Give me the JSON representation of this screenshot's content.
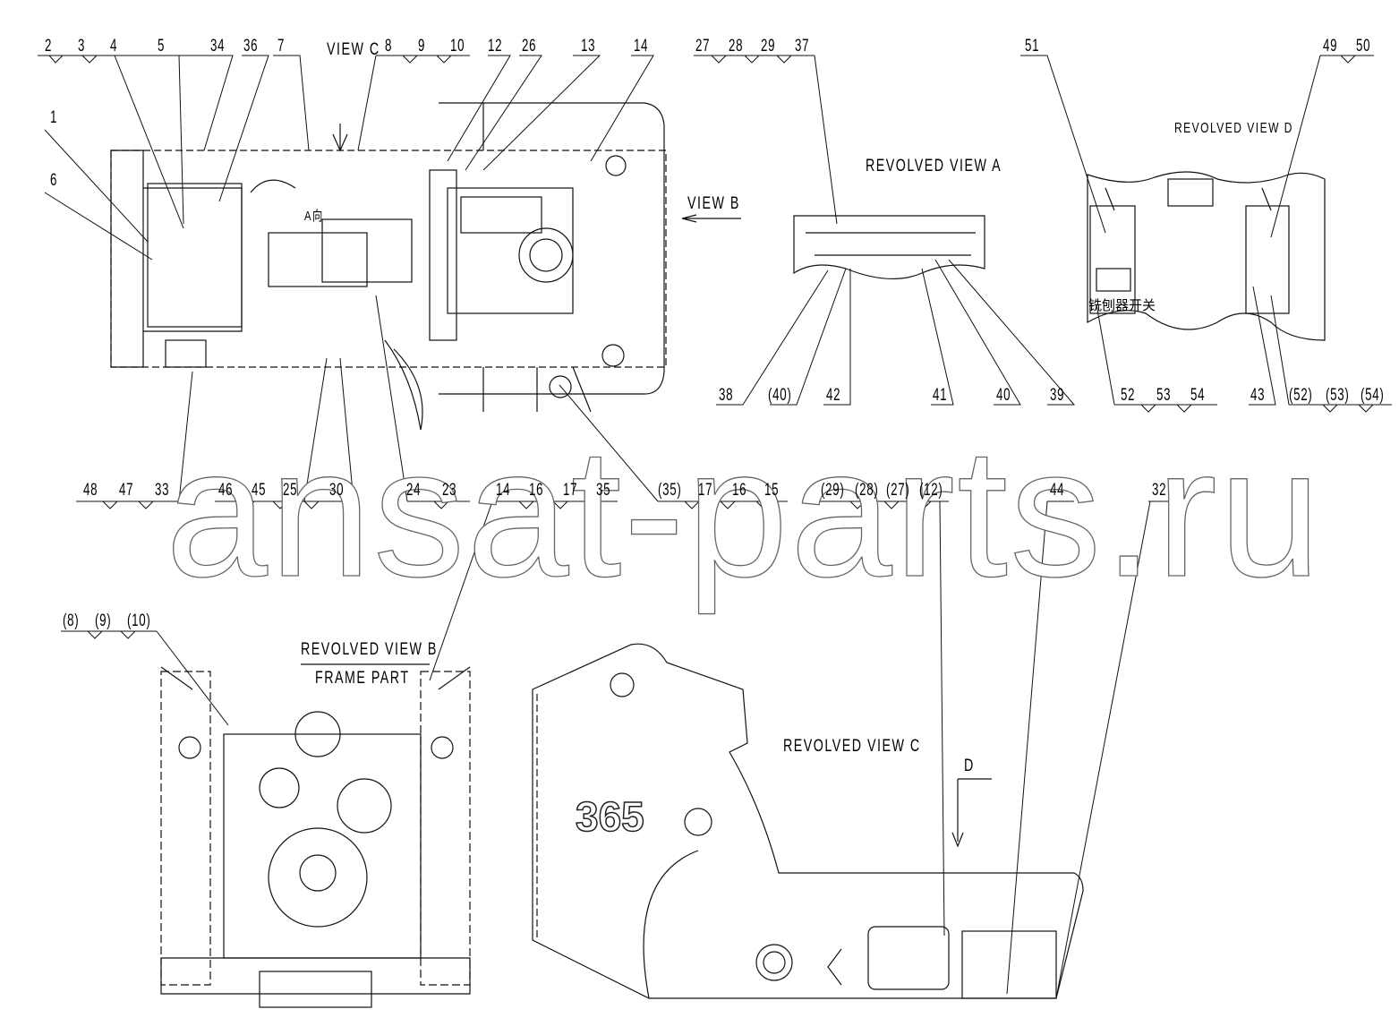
{
  "views": {
    "view_c": "VIEW C",
    "view_b": "VIEW B",
    "a_direction": "A向",
    "revolved_view_a": "REVOLVED VIEW A",
    "revolved_view_d": "REVOLVED VIEW D",
    "revolved_view_b": "REVOLVED VIEW B",
    "frame_part": "FRAME PART",
    "revolved_view_c": "REVOLVED VIEW C",
    "d": "D"
  },
  "machine_model": "365",
  "switch_label": "铣刨器开关",
  "watermark": "ansat-parts.ru",
  "callouts": {
    "top": [
      "2",
      "3",
      "4",
      "5",
      "34",
      "36",
      "7",
      "8",
      "9",
      "10",
      "12",
      "26",
      "13",
      "14",
      "27",
      "28",
      "29",
      "37",
      "51",
      "49",
      "50"
    ],
    "left": [
      "1",
      "6"
    ],
    "mid": [
      "38",
      "(40)",
      "42",
      "41",
      "40",
      "39",
      "52",
      "53",
      "54",
      "43",
      "(52)",
      "(53)",
      "(54)"
    ],
    "lower": [
      "48",
      "47",
      "33",
      "46",
      "45",
      "25",
      "30",
      "24",
      "23",
      "14",
      "16",
      "17",
      "35",
      "(35)",
      "17",
      "16",
      "15",
      "(29)",
      "(28)",
      "(27)",
      "(12)",
      "44",
      "32"
    ],
    "view_b": [
      "(8)",
      "(9)",
      "(10)"
    ]
  }
}
